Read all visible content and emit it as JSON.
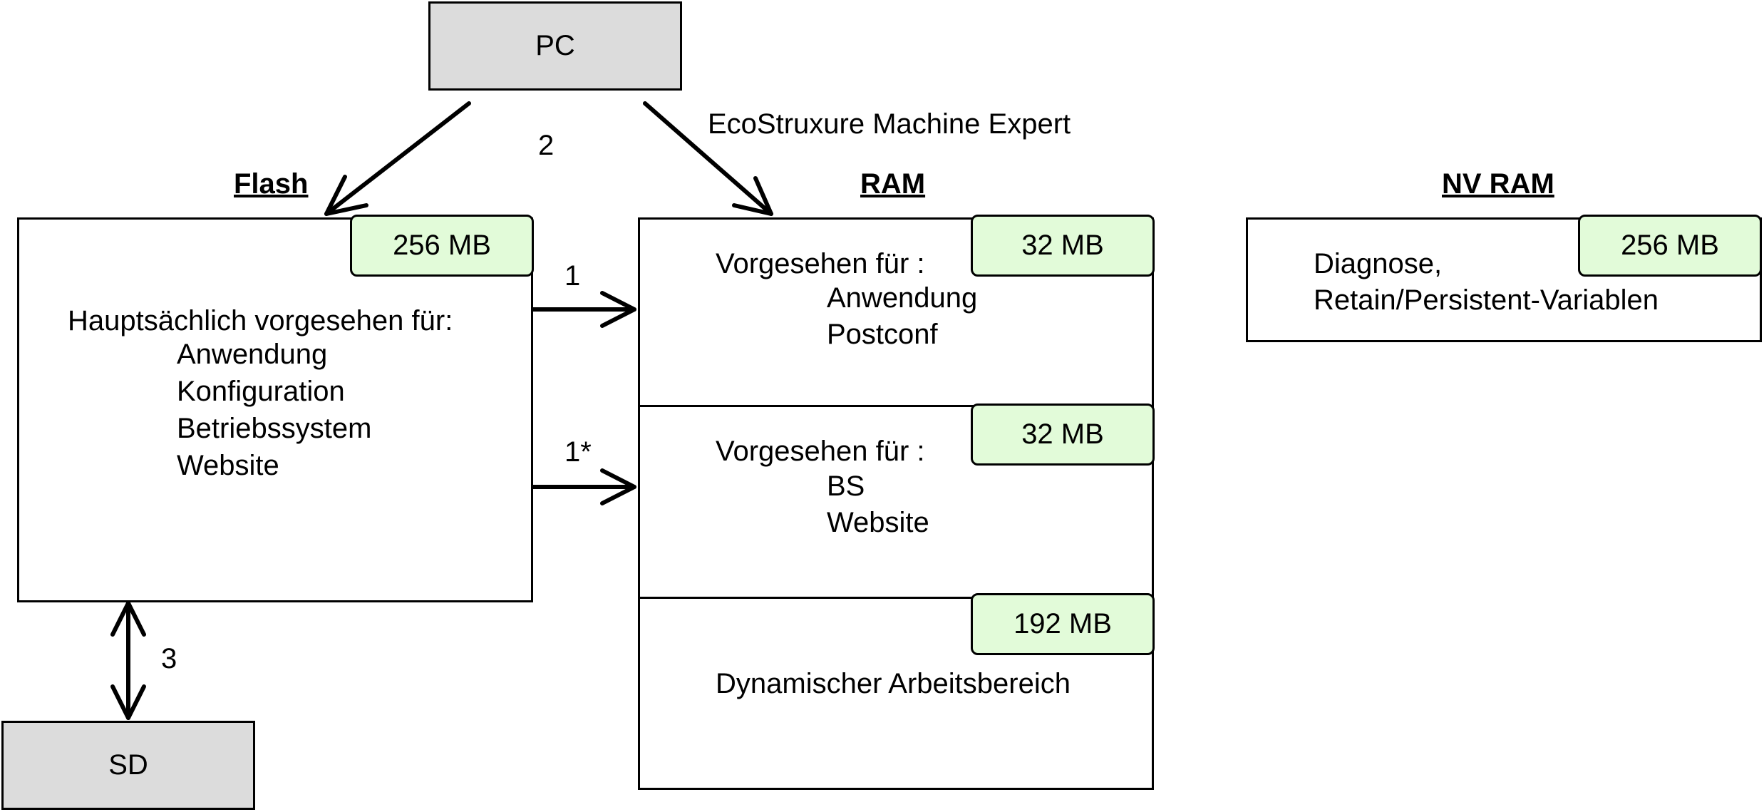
{
  "nodes": {
    "pc": "PC",
    "sd": "SD"
  },
  "headings": {
    "flash": "Flash",
    "ram": "RAM",
    "nvram": "NV RAM"
  },
  "flash": {
    "size": "256 MB",
    "intro": "Hauptsächlich vorgesehen für:",
    "items": [
      "Anwendung",
      "Konfiguration",
      "Betriebssystem",
      "Website"
    ]
  },
  "ram": {
    "sections": [
      {
        "size": "32 MB",
        "intro": "Vorgesehen für :",
        "items": [
          "Anwendung",
          "Postconf"
        ]
      },
      {
        "size": "32 MB",
        "intro": "Vorgesehen für :",
        "items": [
          "BS",
          "Website"
        ]
      },
      {
        "size": "192 MB",
        "intro": "Dynamischer Arbeitsbereich",
        "items": []
      }
    ]
  },
  "nvram": {
    "size": "256 MB",
    "lines": [
      "Diagnose,",
      "Retain/Persistent-Variablen"
    ]
  },
  "arrows": {
    "pc_to_flash": "2",
    "pc_to_ram": "EcoStruxure Machine Expert",
    "flash_to_ram_1": "1",
    "flash_to_ram_2": "1*",
    "flash_sd": "3"
  }
}
